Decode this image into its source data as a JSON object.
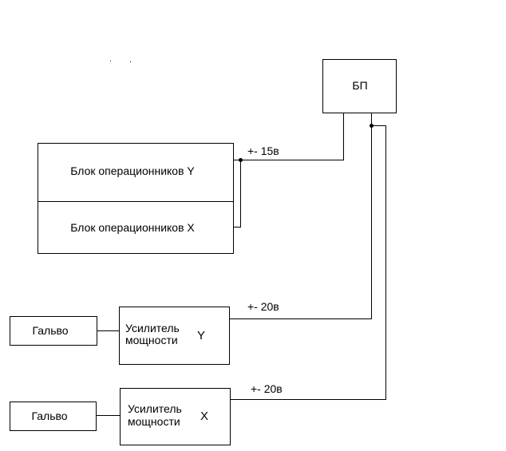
{
  "power_supply": {
    "label": "БП"
  },
  "opamp_block": {
    "top_label": "Блок операционников Y",
    "bottom_label": "Блок операционников X"
  },
  "amplifier_y": {
    "line1": "Усилитель",
    "line2": "мощности",
    "axis": "Y"
  },
  "amplifier_x": {
    "line1": "Усилитель",
    "line2": "мощности",
    "axis": "X"
  },
  "galvo_y": {
    "label": "Гальво"
  },
  "galvo_x": {
    "label": "Гальво"
  },
  "voltages": {
    "opamp": "+- 15в",
    "amp_y": "+- 20в",
    "amp_x": "+- 20в"
  }
}
